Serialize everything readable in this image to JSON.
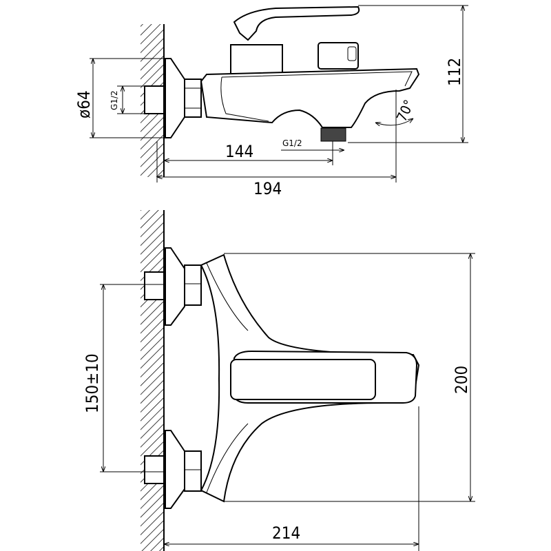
{
  "top_view": {
    "flange_diameter": "ø64",
    "inlet_thread": "G1/2",
    "outlet_thread": "G1/2",
    "outlet_distance": "144",
    "total_depth": "194",
    "height": "112",
    "spout_angle": "70°"
  },
  "front_view": {
    "inlet_spacing": "150±10",
    "height": "200",
    "width": "214"
  }
}
